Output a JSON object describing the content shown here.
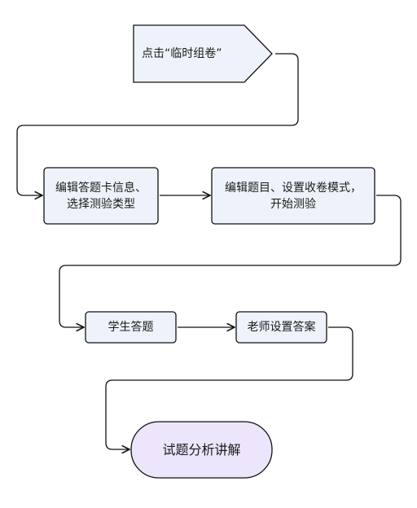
{
  "flowchart": {
    "nodes": {
      "start": "点击“临时组卷”",
      "step1": "编辑答题卡信息、\n选择测验类型",
      "step2": "编辑题目、设置收卷模式，\n开始测验",
      "step3": "学生答题",
      "step4": "老师设置答案",
      "end": "试题分析讲解"
    }
  },
  "colors": {
    "box_fill": "#eef3fb",
    "end_fill": "#ece5fb",
    "stroke": "#111111"
  }
}
